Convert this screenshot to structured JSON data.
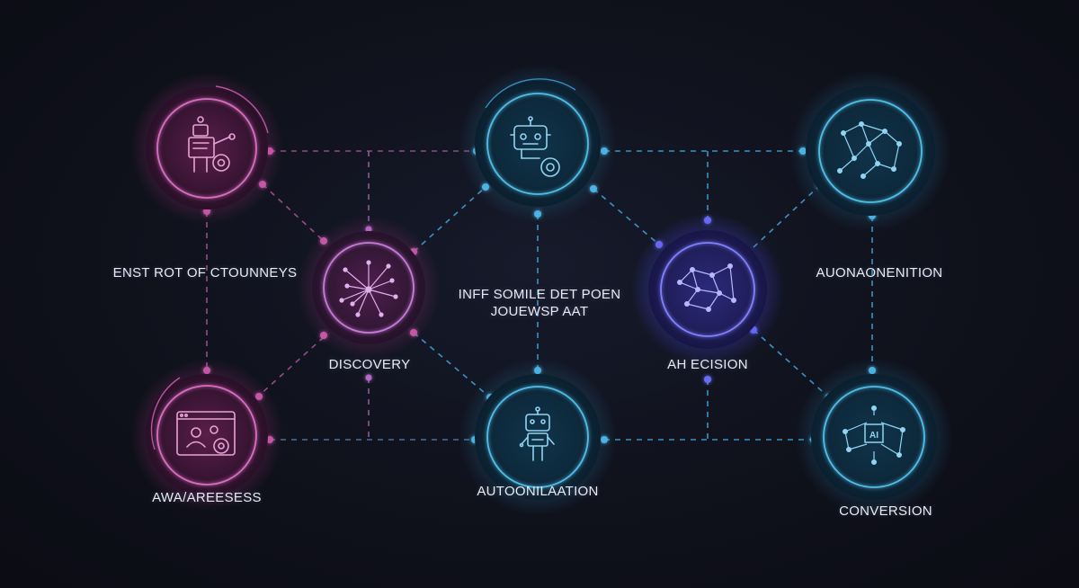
{
  "colors": {
    "background": "#0f111b",
    "magenta": "#c25aa6",
    "purple": "#a35ac8",
    "cyan": "#39a7d6",
    "indigo": "#5a5cf0",
    "line_magenta": "#b45a9e",
    "line_cyan": "#3b93c4"
  },
  "nodes": [
    {
      "id": "robot-gear-top-left",
      "icon": "robot-gear-icon",
      "color": "magenta"
    },
    {
      "id": "browser-user-gear",
      "icon": "browser-gear-icon",
      "color": "magenta"
    },
    {
      "id": "discovery",
      "icon": "burst-network-icon",
      "color": "purple"
    },
    {
      "id": "robot-gear-top-center",
      "icon": "robot-gear-icon",
      "color": "cyan"
    },
    {
      "id": "robot-bottom-center",
      "icon": "robot-icon",
      "color": "cyan"
    },
    {
      "id": "ai-decision",
      "icon": "network-icon",
      "color": "indigo"
    },
    {
      "id": "network-top-right",
      "icon": "network-icon",
      "color": "cyan"
    },
    {
      "id": "conversion",
      "icon": "ai-chip-network-icon",
      "color": "cyan"
    }
  ],
  "labels": {
    "top_left": "ENST ROT OF CTOUNNEYS",
    "awareness": "AWA/AREESESS",
    "discovery": "DISCOVERY",
    "center_line1": "INFF SOMILE DET POEN",
    "center_line2": "JOUEWSP AAT",
    "automation": "AUTOONILAATION",
    "ai_decision": "AH ECISION",
    "top_right": "AUONAONENITION",
    "conversion": "CONVERSION"
  }
}
